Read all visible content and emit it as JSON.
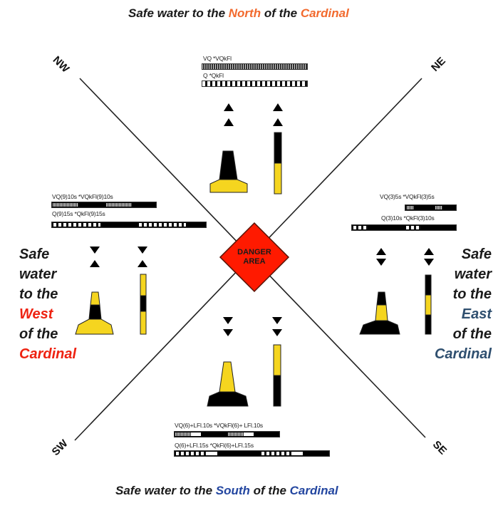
{
  "titles": {
    "north": {
      "prefix": "Safe water to the ",
      "accent": "North",
      "middle": " of the ",
      "accent2": "Cardinal",
      "accent_color": "#f26a2e"
    },
    "south": {
      "prefix": "Safe water to the ",
      "accent": "South",
      "middle": " of the ",
      "accent2": "Cardinal",
      "accent_color": "#2346a0"
    }
  },
  "side_labels": {
    "west": {
      "lines": [
        "Safe",
        "water",
        "to the"
      ],
      "accent": "West",
      "line4": "of the",
      "accent2": "Cardinal",
      "accent_color": "#ee2211"
    },
    "east": {
      "lines": [
        "Safe",
        "water",
        "to the"
      ],
      "accent": "East",
      "line4": "of the",
      "accent2": "Cardinal",
      "accent_color": "#2f4f6f"
    }
  },
  "compass": {
    "nw": "NW",
    "ne": "NE",
    "sw": "SW",
    "se": "SE"
  },
  "danger": {
    "line1": "DANGER",
    "line2": "AREA",
    "color": "#ff1a00"
  },
  "light_characteristics": {
    "north": {
      "vq": "VQ   *VQkFl",
      "q": "Q   *QkFl"
    },
    "west": {
      "vq": "VQ(9)10s   *VQkFl(9)10s",
      "q": "Q(9)15s   *QkFl(9)15s"
    },
    "east": {
      "vq": "VQ(3)5s   *VQkFl(3)5s",
      "q": "Q(3)10s   *QkFl(3)10s"
    },
    "south": {
      "vq": "VQ(6)+LFl.10s   *VQkFl(6)+ LFl.10s",
      "q": "Q(6)+LFl.15s   *QkFl(6)+LFl.15s"
    }
  },
  "buoys": {
    "north": {
      "topmark": "two cones pointing up",
      "colors": "black over yellow"
    },
    "west": {
      "topmark": "two cones point to point",
      "colors": "yellow with black band"
    },
    "east": {
      "topmark": "two cones base to base",
      "colors": "black with yellow band"
    },
    "south": {
      "topmark": "two cones pointing down",
      "colors": "yellow over black"
    }
  },
  "colors": {
    "yellow": "#f5d51f",
    "black": "#000000",
    "line": "#222222"
  }
}
